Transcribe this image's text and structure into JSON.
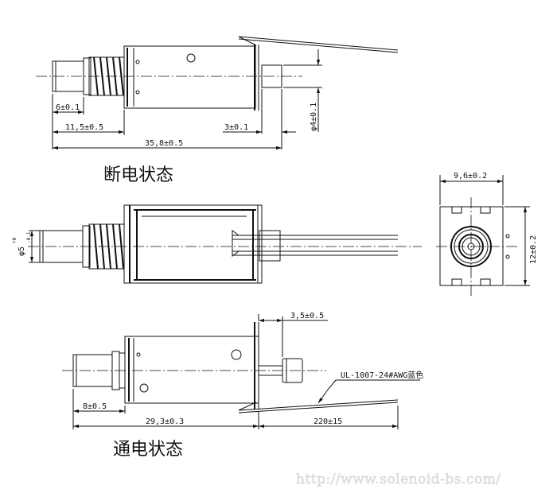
{
  "top_view": {
    "caption": "断电状态",
    "dims": {
      "d1": "6±0.1",
      "d2": "11,5±0.5",
      "d3": "3±0.1",
      "d4": "35,8±0.5",
      "d5": "φ4±0.1"
    }
  },
  "middle_view": {
    "dims": {
      "diam": "φ5",
      "tol_up": "+0",
      "tol_dn": "-0.1"
    }
  },
  "end_view": {
    "dims": {
      "width": "9,6±0.2",
      "height": "12±0.2"
    }
  },
  "bottom_view": {
    "caption": "通电状态",
    "dims": {
      "d1": "3,5±0.5",
      "d2": "8±0.5",
      "d3": "29,3±0.3",
      "d4": "220±15"
    },
    "wire_label": "UL-1007-24#AWG蓝色"
  },
  "watermark": "http://www.solenoid-bs.com/"
}
